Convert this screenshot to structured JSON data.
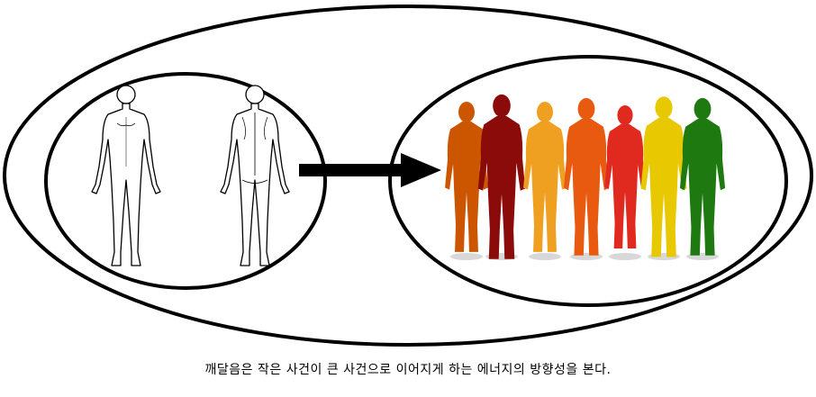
{
  "caption": "깨달음은 작은 사건이 큰 사건으로 이어지게 하는 에너지의 방향성을 본다.",
  "individual_group": {
    "figures": [
      {
        "icon": "human-body-front-outline-icon",
        "view": "front"
      },
      {
        "icon": "human-body-back-outline-icon",
        "view": "back"
      }
    ]
  },
  "arrow": {
    "icon": "arrow-right-icon",
    "color": "#000000"
  },
  "crowd_group": {
    "people": [
      {
        "icon": "person-silhouette-icon",
        "color": "#cc5500"
      },
      {
        "icon": "person-silhouette-icon",
        "color": "#8b0a0a"
      },
      {
        "icon": "person-silhouette-icon",
        "color": "#f0a020"
      },
      {
        "icon": "person-silhouette-icon",
        "color": "#e85a10"
      },
      {
        "icon": "person-silhouette-icon",
        "color": "#e02a20"
      },
      {
        "icon": "person-silhouette-icon",
        "color": "#e8c800"
      },
      {
        "icon": "person-silhouette-icon",
        "color": "#1e7a10"
      }
    ]
  }
}
